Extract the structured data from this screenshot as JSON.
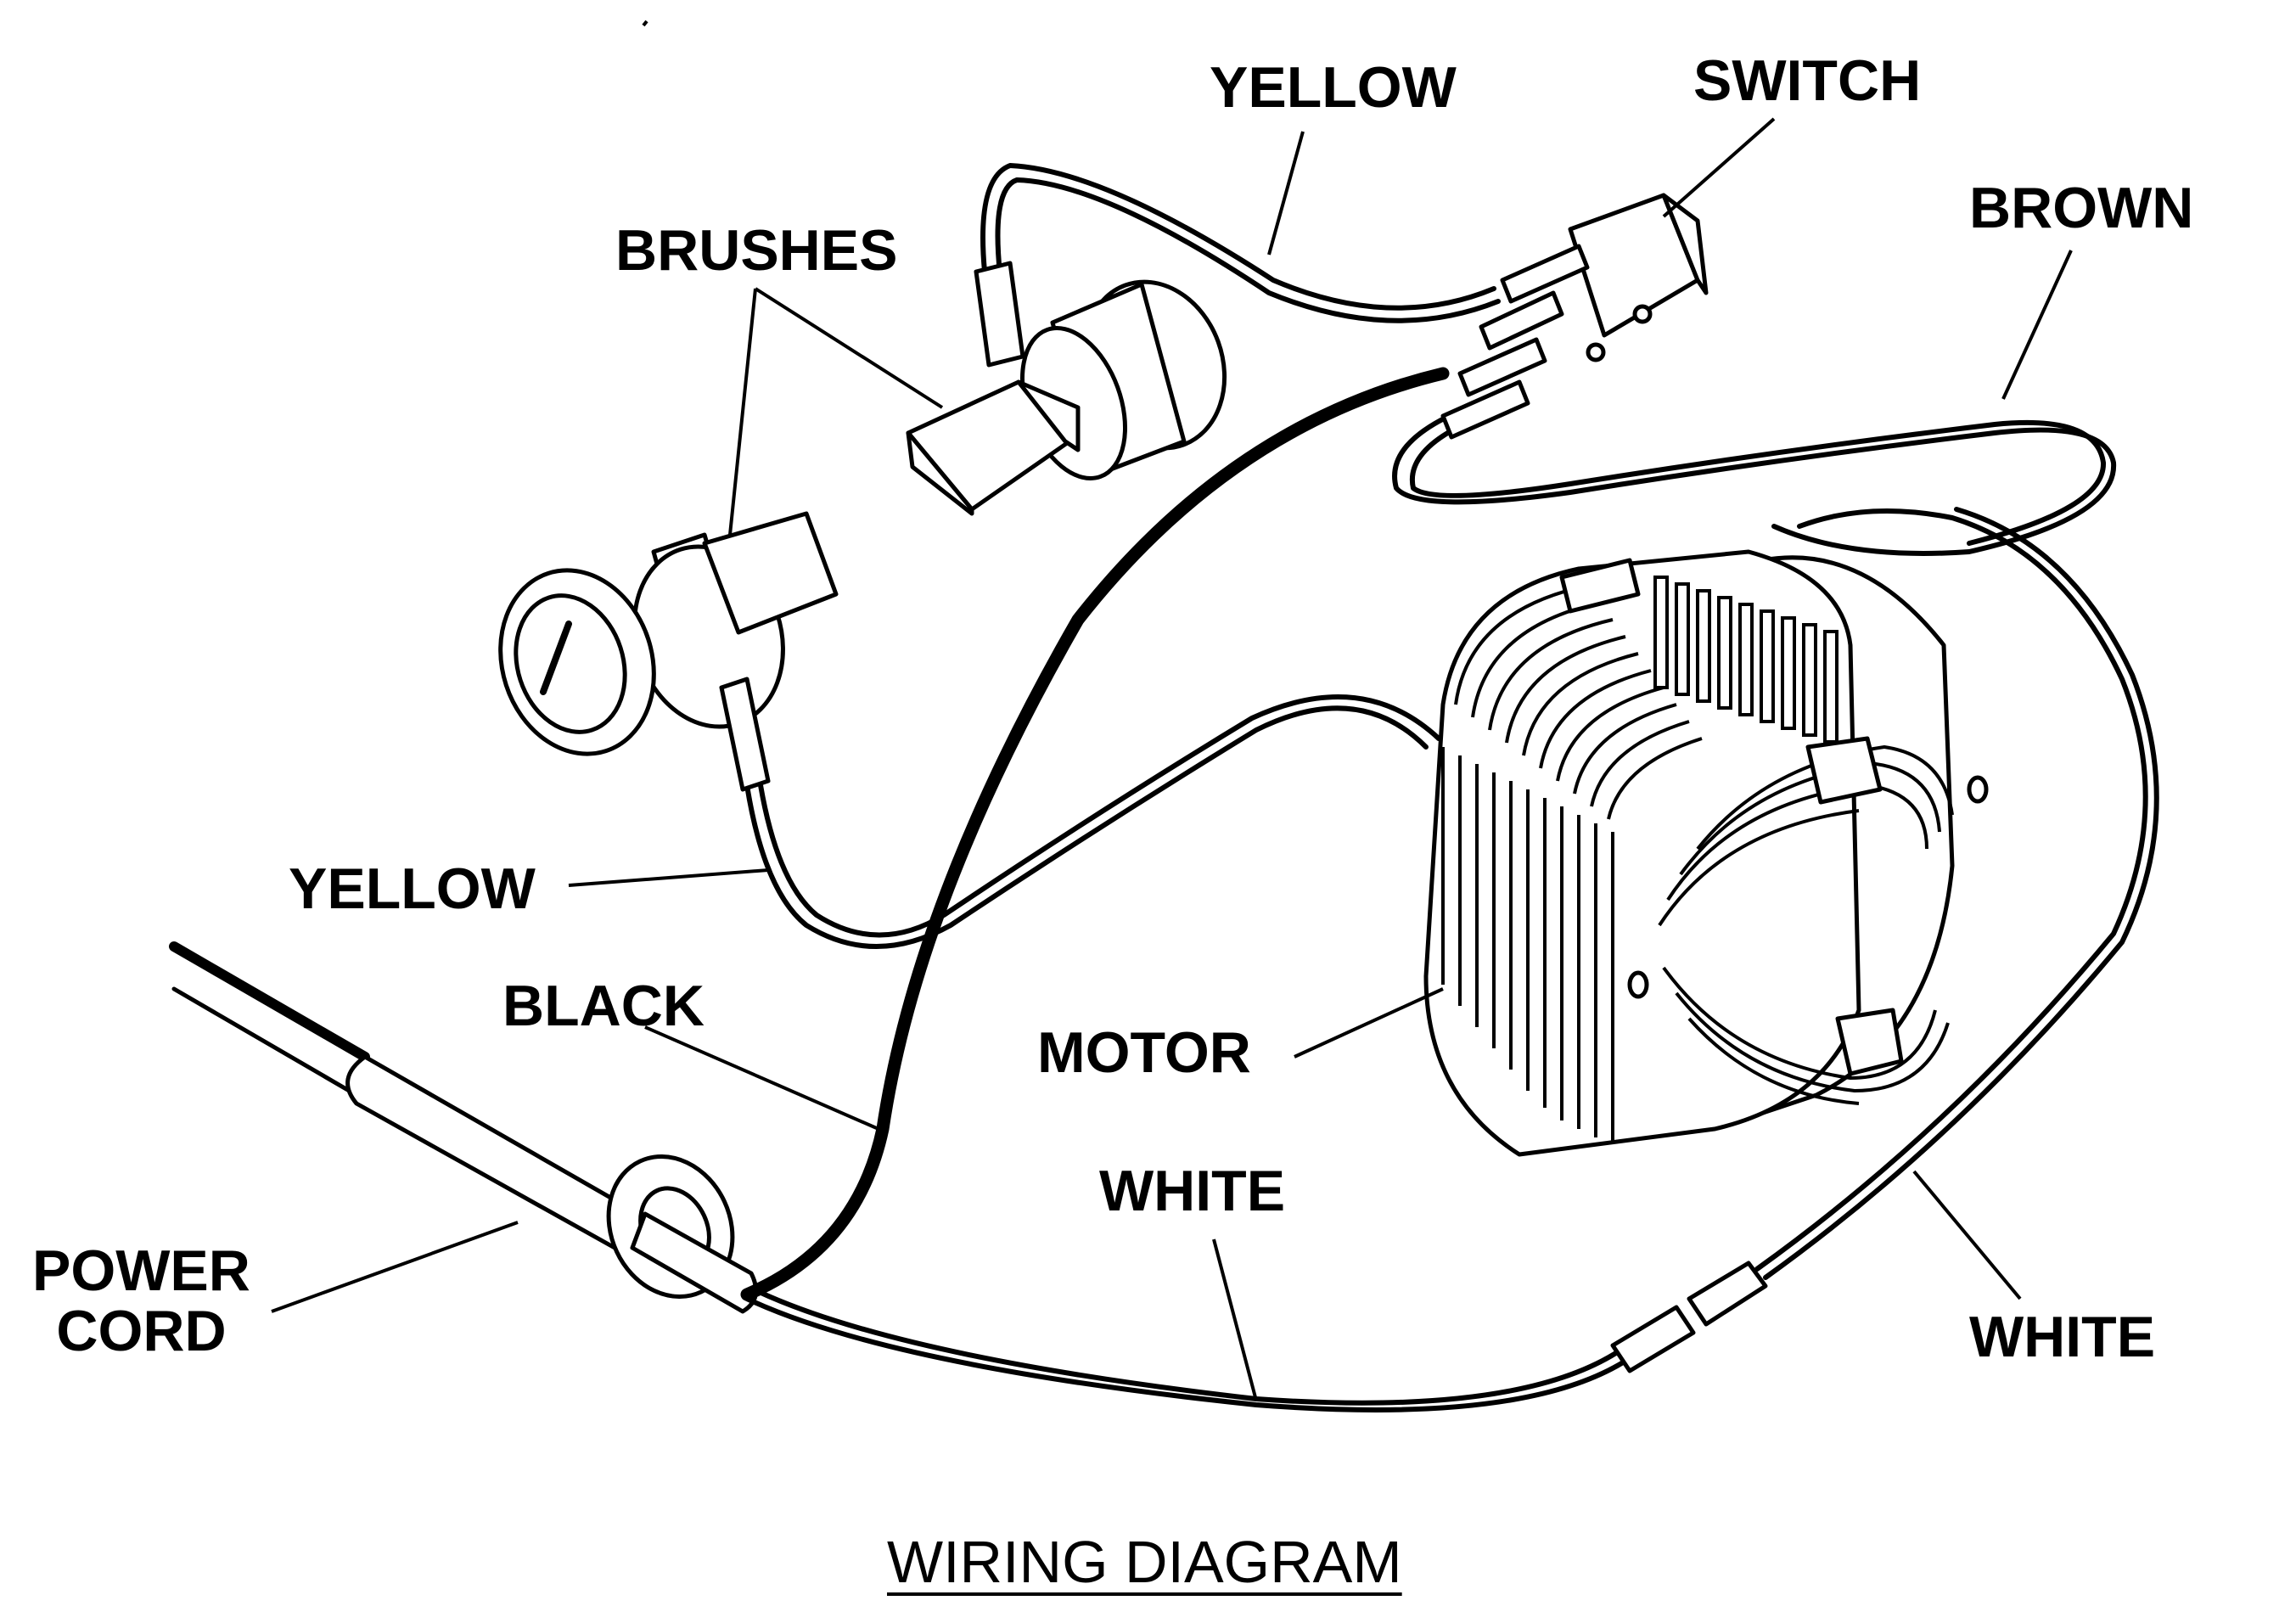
{
  "diagram": {
    "caption": "WIRING DIAGRAM",
    "labels": {
      "yellow_top": "YELLOW",
      "switch": "SWITCH",
      "brown": "BROWN",
      "brushes": "BRUSHES",
      "yellow_left": "YELLOW",
      "black": "BLACK",
      "motor": "MOTOR",
      "white_center": "WHITE",
      "white_right": "WHITE",
      "power_cord_line1": "POWER",
      "power_cord_line2": "CORD"
    }
  }
}
